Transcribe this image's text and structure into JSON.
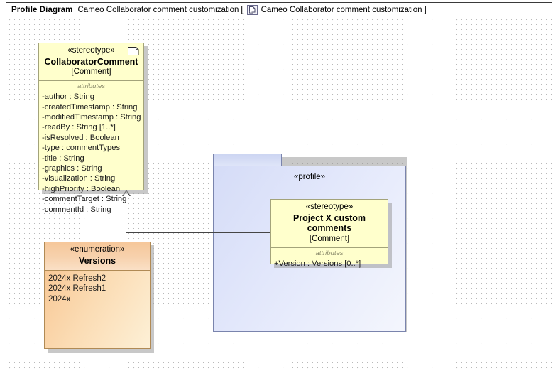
{
  "window": {
    "frame_kind": "Profile Diagram",
    "frame_name": "Cameo Collaborator comment customization",
    "bracket_open": "[",
    "bracket_close": "]",
    "context_name": "Cameo Collaborator comment customization",
    "header_icon": "profile-diagram-icon"
  },
  "nodes": {
    "collaborator_comment": {
      "stereotype_keyword": "«stereotype»",
      "name": "CollaboratorComment",
      "base_class": "[Comment]",
      "header_icon": "note-icon",
      "compartment_label": "attributes",
      "attributes": [
        "-author : String",
        "-createdTimestamp : String",
        "-modifiedTimestamp : String",
        "-readBy : String [1..*]",
        "-isResolved : Boolean",
        "-type : commentTypes",
        "-title : String",
        "-graphics : String",
        "-visualization : String",
        "-highPriority : Boolean",
        "-commentTarget : String",
        "-commentId : String"
      ]
    },
    "profile_package": {
      "keyword": "«profile»"
    },
    "project_x_comments": {
      "stereotype_keyword": "«stereotype»",
      "name": "Project X custom comments",
      "base_class": "[Comment]",
      "compartment_label": "attributes",
      "attributes": [
        "+Version : Versions [0..*]"
      ]
    },
    "versions_enum": {
      "keyword": "«enumeration»",
      "name": "Versions",
      "literals": [
        "2024x Refresh2",
        "2024x Refresh1",
        "2024x"
      ]
    }
  },
  "relationships": {
    "generalization": {
      "kind": "generalization",
      "source": "Project X custom comments",
      "target": "CollaboratorComment"
    }
  },
  "colors": {
    "stereotype_fill": "#ffffcc",
    "stereotype_border": "#a3a37a",
    "package_fill": "#dde3fa",
    "package_border": "#7a84ad",
    "enumeration_fill": "#fbd9ab",
    "enumeration_border": "#b08a55",
    "connector": "#454545",
    "frame_border": "#3a3a3a",
    "grid_dot": "#8d8d8d"
  }
}
